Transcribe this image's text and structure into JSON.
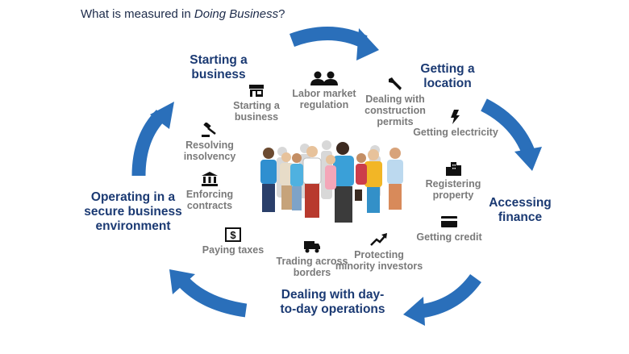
{
  "title": {
    "prefix": "What is measured in ",
    "italic": "Doing Business",
    "suffix": "?"
  },
  "stages": {
    "starting": "Starting a business",
    "location": "Getting a location",
    "finance": "Accessing finance",
    "operations": "Dealing with day-to-day operations",
    "environment": "Operating in a secure business environment"
  },
  "indicators": {
    "starting_business": "Starting a business",
    "labor": "Labor market regulation",
    "construction": "Dealing with construction permits",
    "electricity": "Getting electricity",
    "property": "Registering property",
    "credit": "Getting credit",
    "investors": "Protecting minority investors",
    "trading": "Trading across borders",
    "taxes": "Paying taxes",
    "contracts": "Enforcing contracts",
    "insolvency": "Resolving insolvency"
  },
  "colors": {
    "arrow": "#2a6fba",
    "stage": "#1b3a73",
    "indicator": "#7a7a7a"
  }
}
